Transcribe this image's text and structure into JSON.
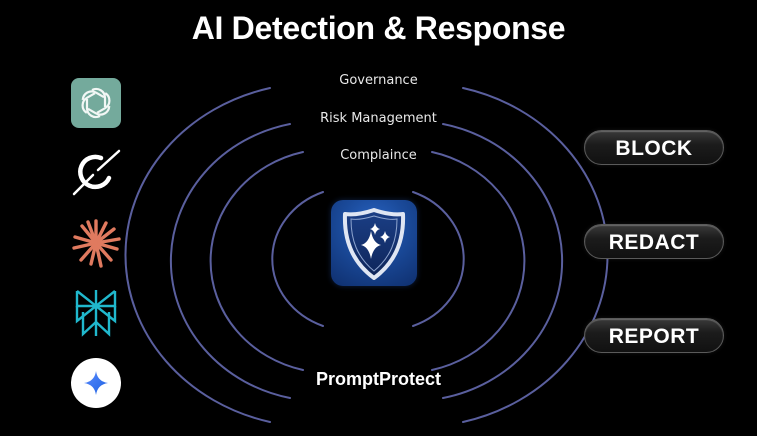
{
  "title": "AI Detection & Response",
  "layers": [
    {
      "label": "Governance"
    },
    {
      "label": "Risk Management"
    },
    {
      "label": "Complaince"
    }
  ],
  "product": {
    "name": "PromptProtect",
    "icon": "shield-sparkles-icon",
    "tile_color": "#1a4a9a"
  },
  "ai_sources": [
    {
      "name": "chatgpt",
      "icon": "openai-logo-icon",
      "color": "#74aa9c"
    },
    {
      "name": "grok",
      "icon": "grok-logo-icon",
      "color": "#ffffff"
    },
    {
      "name": "claude",
      "icon": "claude-starburst-icon",
      "color": "#d97757"
    },
    {
      "name": "perplexity",
      "icon": "perplexity-logo-icon",
      "color": "#20b8cd"
    },
    {
      "name": "gemini",
      "icon": "gemini-sparkle-icon",
      "color": "#3b82f6"
    }
  ],
  "actions": [
    {
      "label": "BLOCK"
    },
    {
      "label": "REDACT"
    },
    {
      "label": "REPORT"
    }
  ],
  "colors": {
    "background": "#000000",
    "arc": "#5a5f9e",
    "text": "#ffffff"
  }
}
